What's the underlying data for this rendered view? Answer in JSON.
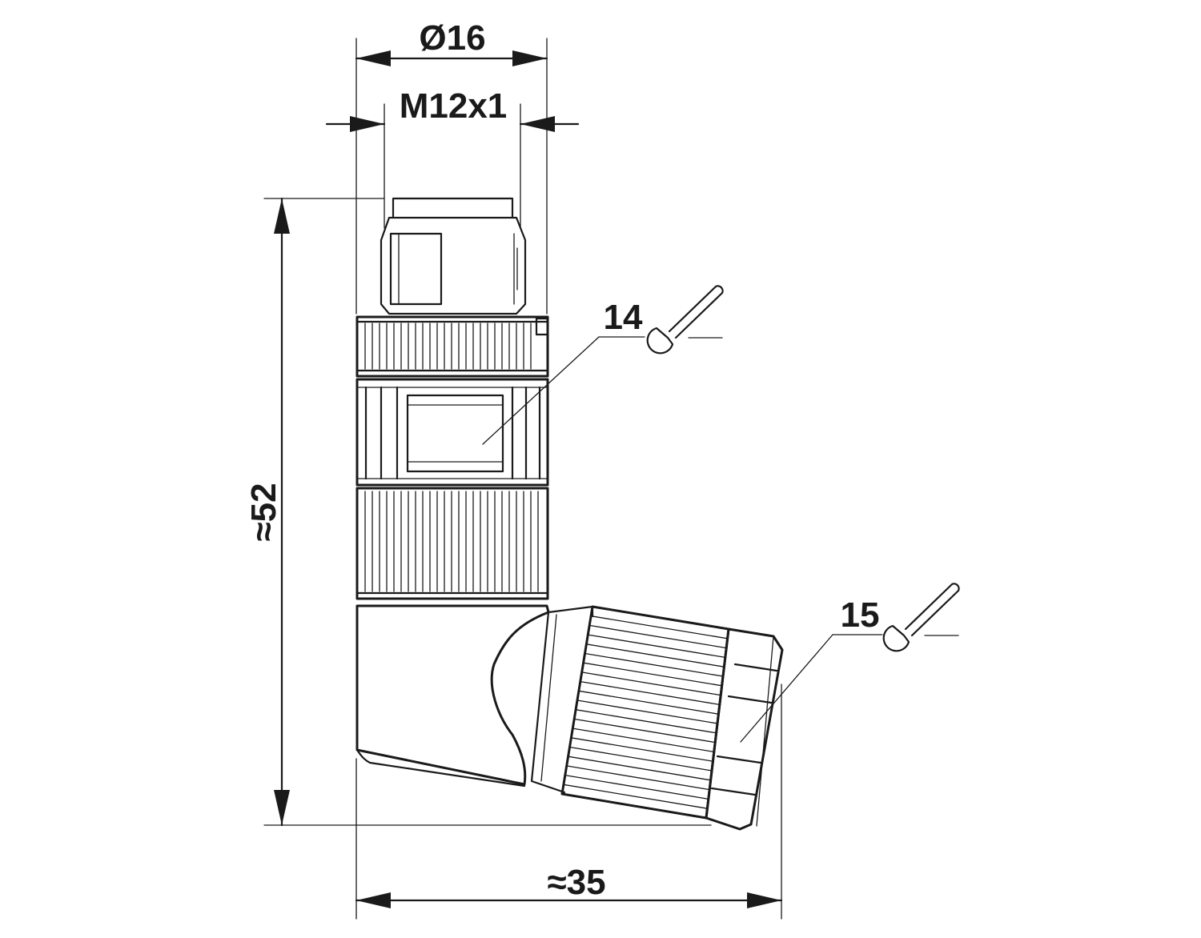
{
  "dimensions": {
    "diameter": "Ø16",
    "thread": "M12x1",
    "height": "≈52",
    "width": "≈35"
  },
  "callouts": {
    "torque_upper": "14",
    "torque_lower": "15"
  },
  "icons": {
    "upper_tool": "wrench-icon",
    "lower_tool": "wrench-icon"
  }
}
